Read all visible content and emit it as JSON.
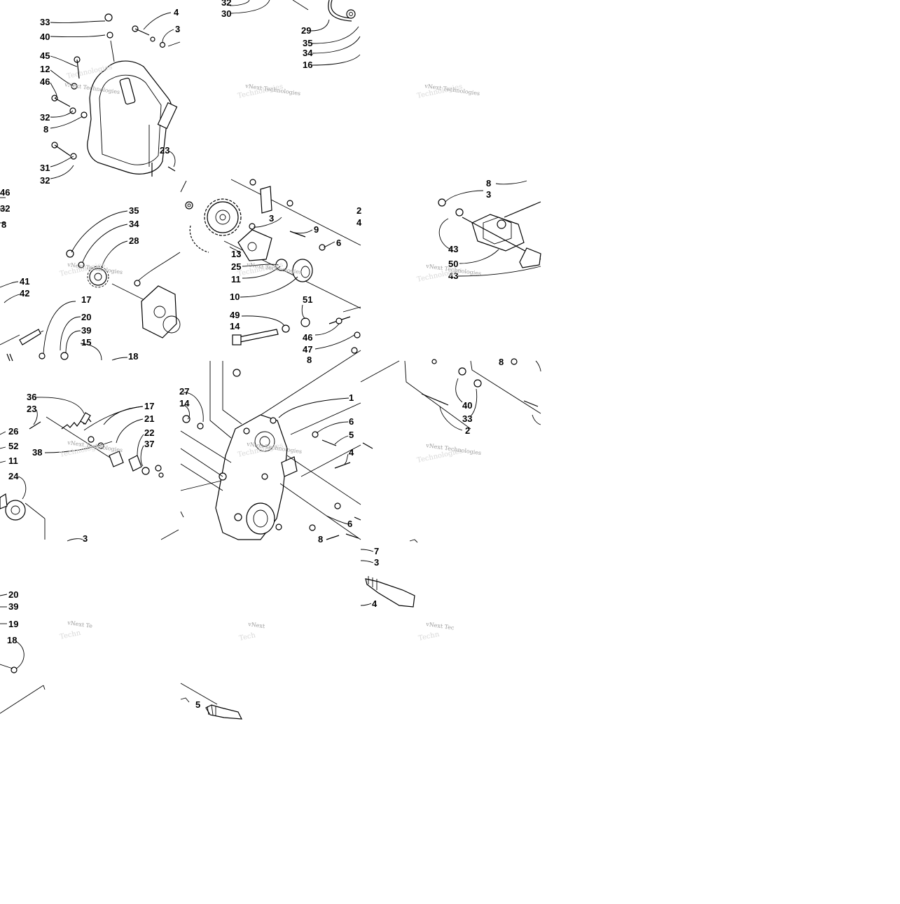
{
  "watermark_text": "vNext Technologies",
  "watermark_text_cut_1": "vNext Te",
  "watermark_text_cut_2": "vNext",
  "watermark_text_cut_3": "vNext Tec",
  "callouts": {
    "t1": [
      "33",
      "40",
      "45",
      "12",
      "46",
      "32",
      "8",
      "31",
      "32",
      "4",
      "3",
      "23"
    ],
    "t2": [
      "32",
      "30",
      "29",
      "35",
      "34",
      "16"
    ],
    "t4": [
      "46",
      "32",
      "8",
      "35",
      "34",
      "28",
      "41",
      "42",
      "17",
      "20",
      "39",
      "15",
      "18"
    ],
    "t5": [
      "3",
      "9",
      "6",
      "13",
      "25",
      "11",
      "10",
      "49",
      "14",
      "51",
      "46",
      "47",
      "8",
      "2",
      "4"
    ],
    "t6": [
      "8",
      "3",
      "43",
      "50",
      "43"
    ],
    "t7": [
      "36",
      "23",
      "17",
      "21",
      "22",
      "37",
      "38",
      "26",
      "52",
      "11",
      "24",
      "3"
    ],
    "t8": [
      "27",
      "14",
      "1",
      "6",
      "5",
      "4",
      "6",
      "8"
    ],
    "t9": [
      "40",
      "33",
      "2",
      "8"
    ],
    "t10": [
      "20",
      "39",
      "19",
      "18"
    ],
    "t11": [
      "5"
    ],
    "t12": [
      "7",
      "3",
      "4"
    ]
  },
  "colors": {
    "ink": "#000000",
    "background": "#ffffff",
    "watermark": "#9a9a9a"
  }
}
